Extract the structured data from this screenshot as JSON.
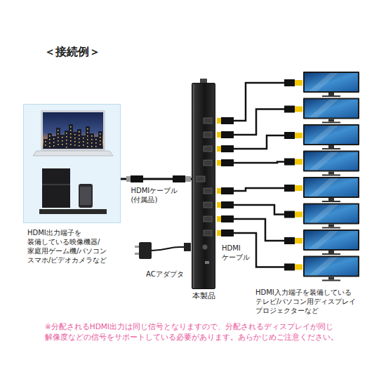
{
  "diagram": {
    "title": "＜接続例＞",
    "caption": "※分配されるHDMI出力は同じ信号となりますので、分配されるディスプレイが同じ 解像度などの信号をサポートしている必要があります。あらかじめご注意ください。",
    "nodes": [
      {
        "text": [
          "HDMI出力端子を 装備している映像機器/ 家庭用ゲーム機/パソコン スマホ/ビデオカメラなど"
        ]
      },
      {
        "text": [
          "本製品"
        ]
      }
    ],
    "edges": [
      {
        "from": 0,
        "to": 1,
        "label": "HDMIケーブル (付属品)",
        "arrow": "none"
      }
    ],
    "labels": [
      "ACアダプタ",
      "HDMI ケーブル",
      "HDMI入力端子を装備している テレビ/パソコン用ディスプレイ プロジェクターなど"
    ]
  }
}
